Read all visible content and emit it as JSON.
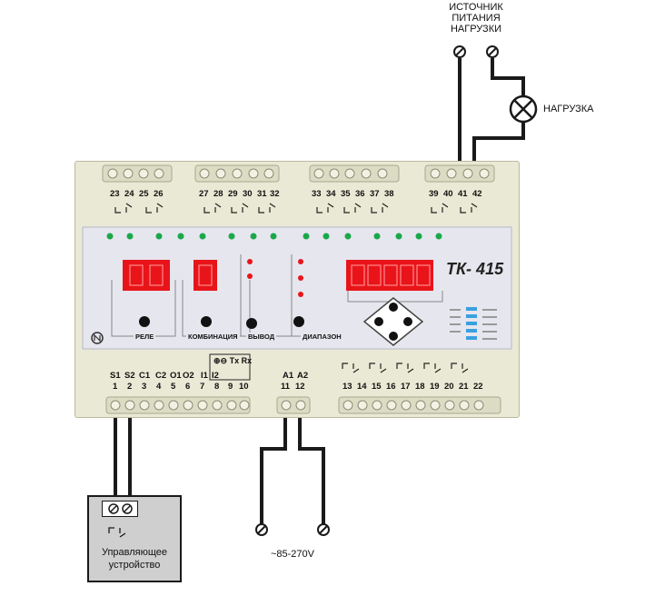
{
  "source_label": [
    "ИСТОЧНИК",
    "ПИТАНИЯ",
    "НАГРУЗКИ"
  ],
  "load_label": "НАГРУЗКА",
  "model": "ТК- 415",
  "top_terminals": [
    "23",
    "24",
    "25",
    "26",
    "27",
    "28",
    "29",
    "30",
    "31",
    "32",
    "33",
    "34",
    "35",
    "36",
    "37",
    "38",
    "39",
    "40",
    "41",
    "42"
  ],
  "bottom_terminal_labels": [
    "S1",
    "S2",
    "C1",
    "C2",
    "O1",
    "O2",
    "I1",
    "I2"
  ],
  "bottom_terminals": [
    "1",
    "2",
    "3",
    "4",
    "5",
    "6",
    "7",
    "8",
    "9",
    "10",
    "11",
    "12",
    "13",
    "14",
    "15",
    "16",
    "17",
    "18",
    "19",
    "20",
    "21",
    "22"
  ],
  "power_labels": [
    "A1",
    "A2"
  ],
  "comm_labels": [
    "Tx",
    "Rx"
  ],
  "panel_labels": {
    "relay": "РЕЛЕ",
    "combination": "КОМБИНАЦИЯ",
    "output": "ВЫВОД",
    "range": "ДИАПАЗОН"
  },
  "controller_label": [
    "Управляющее",
    "устройство"
  ],
  "supply_label": "~85-270V",
  "colors": {
    "device": "#e9e9d5",
    "display": "#e8141a",
    "led": "#1aa84a",
    "wire": "#1a1a1a",
    "screen_panel": "#e6e6ee",
    "indicator": "#3aa0e0"
  }
}
